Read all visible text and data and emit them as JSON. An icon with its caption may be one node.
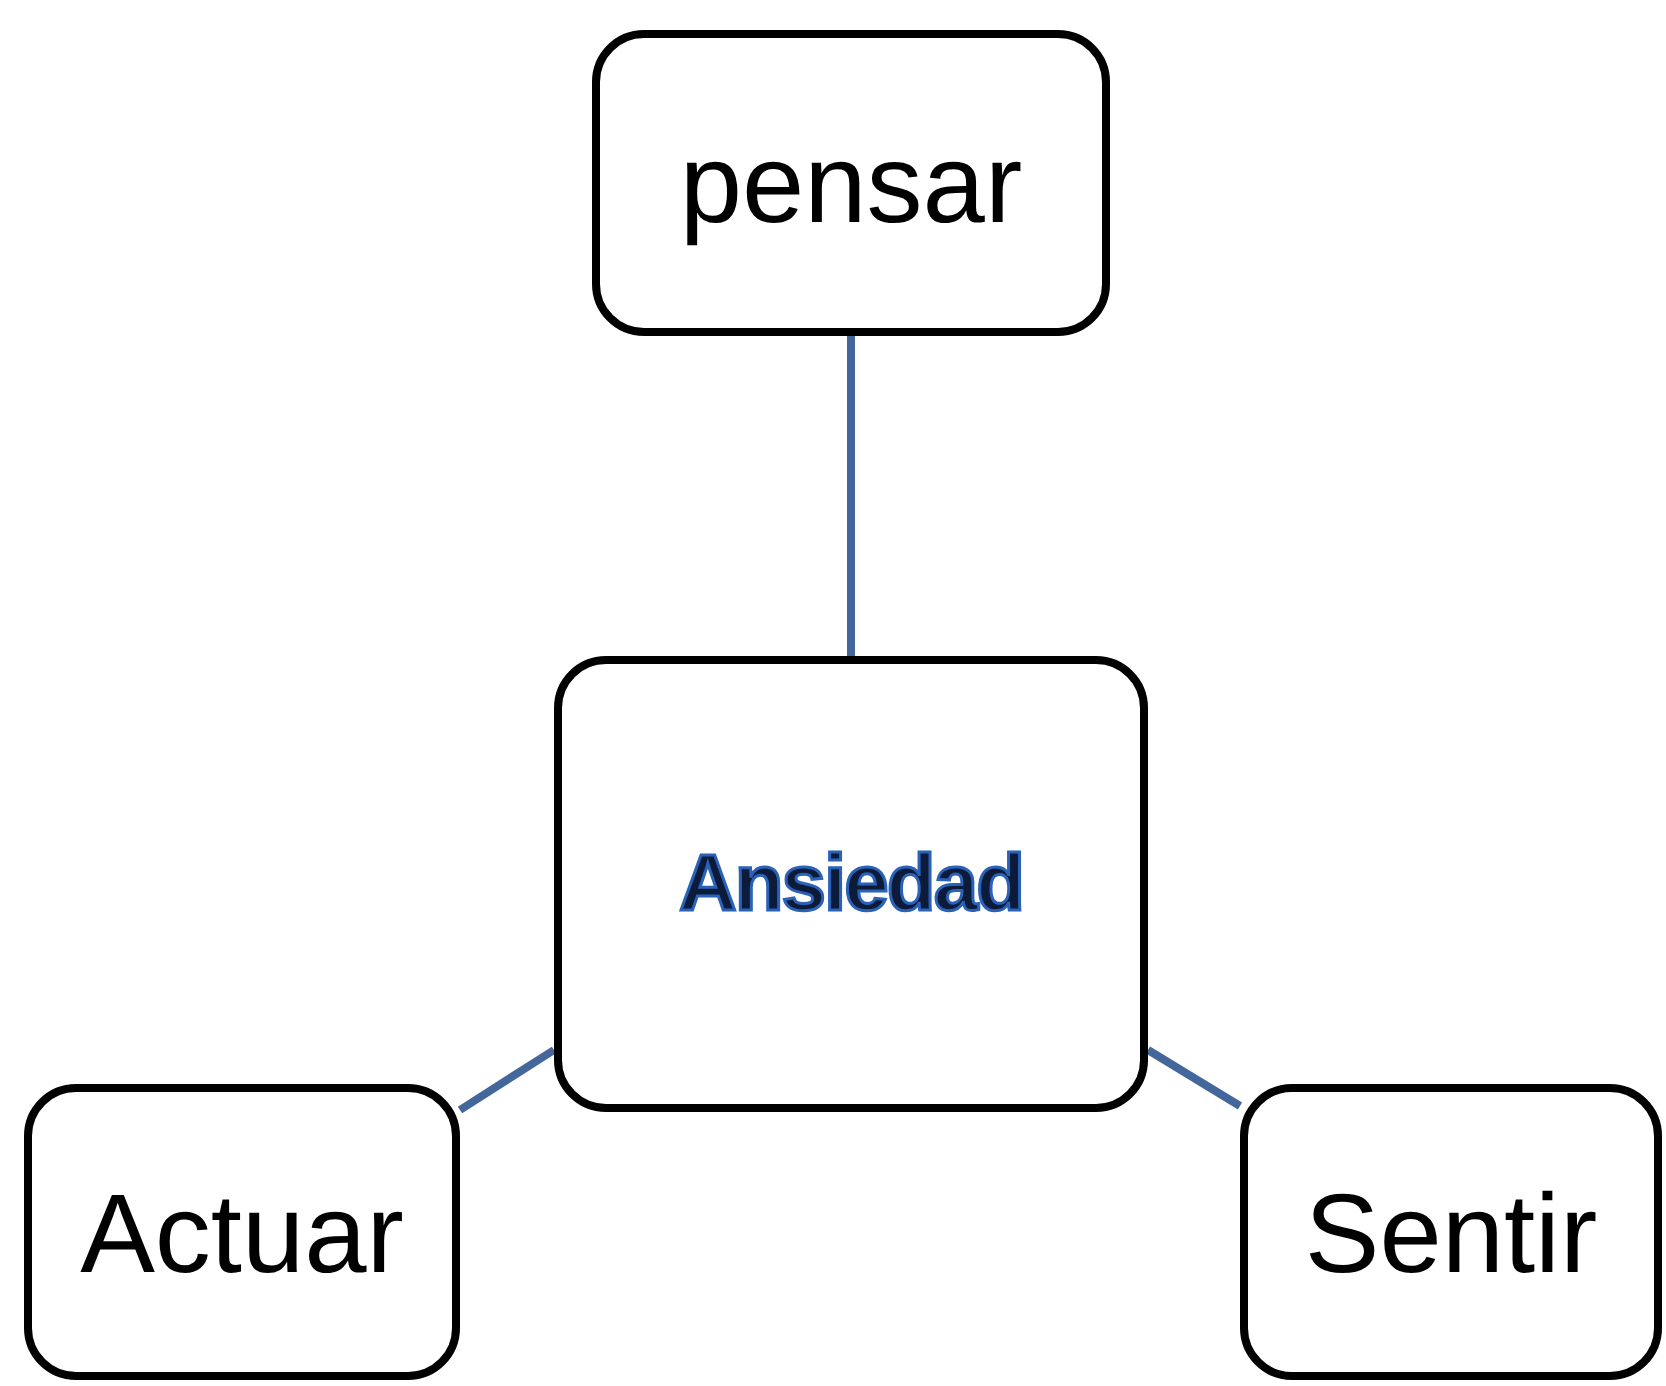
{
  "diagram": {
    "nodes": [
      {
        "text": [
          "pensar"
        ]
      },
      {
        "text": [
          "Ansiedad"
        ]
      },
      {
        "text": [
          "Actuar"
        ]
      },
      {
        "text": [
          "Sentir"
        ]
      }
    ],
    "edges": [
      {
        "from": 1,
        "to": 0,
        "arrow": "none"
      },
      {
        "from": 1,
        "to": 2,
        "arrow": "none"
      },
      {
        "from": 1,
        "to": 3,
        "arrow": "none"
      }
    ]
  }
}
